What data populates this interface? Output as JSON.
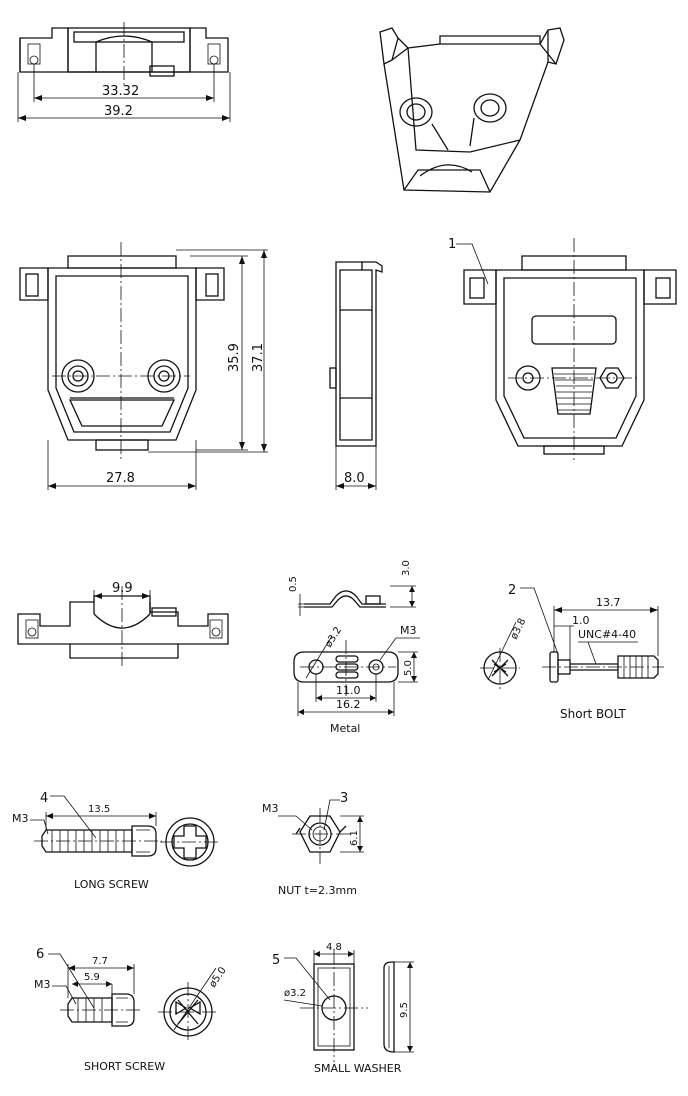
{
  "dimensions": {
    "top_inner_width": "33.32",
    "top_outer_width": "39.2",
    "front_height_inner": "35.9",
    "front_height_outer": "37.1",
    "front_width": "27.8",
    "side_depth": "8.0",
    "bottom_opening": "9.9",
    "metal_thickness": "0.5",
    "metal_height": "3.0",
    "metal_hole_dia": "ø3.2",
    "metal_thread": "M3",
    "metal_width": "5.0",
    "metal_hole_spacing": "11.0",
    "metal_length": "16.2",
    "bolt_length": "13.7",
    "bolt_head": "1.0",
    "bolt_thread": "UNC#4-40",
    "bolt_dia": "ø3.8",
    "long_screw_length": "13.5",
    "long_screw_thread": "M3",
    "nut_thread": "M3",
    "nut_width": "6.1",
    "short_screw_total": "7.7",
    "short_screw_thread_len": "5.9",
    "short_screw_thread": "M3",
    "short_screw_head_dia": "ø5.0",
    "washer_width": "4.8",
    "washer_hole": "ø3.2",
    "washer_height": "9.5"
  },
  "callouts": {
    "item1": "1",
    "item2": "2",
    "item3": "3",
    "item4": "4",
    "item5": "5",
    "item6": "6"
  },
  "labels": {
    "metal": "Metal",
    "short_bolt": "Short BOLT",
    "long_screw": "LONG SCREW",
    "nut": "NUT  t=2.3mm",
    "short_screw": "SHORT SCREW",
    "small_washer": "SMALL WASHER"
  }
}
